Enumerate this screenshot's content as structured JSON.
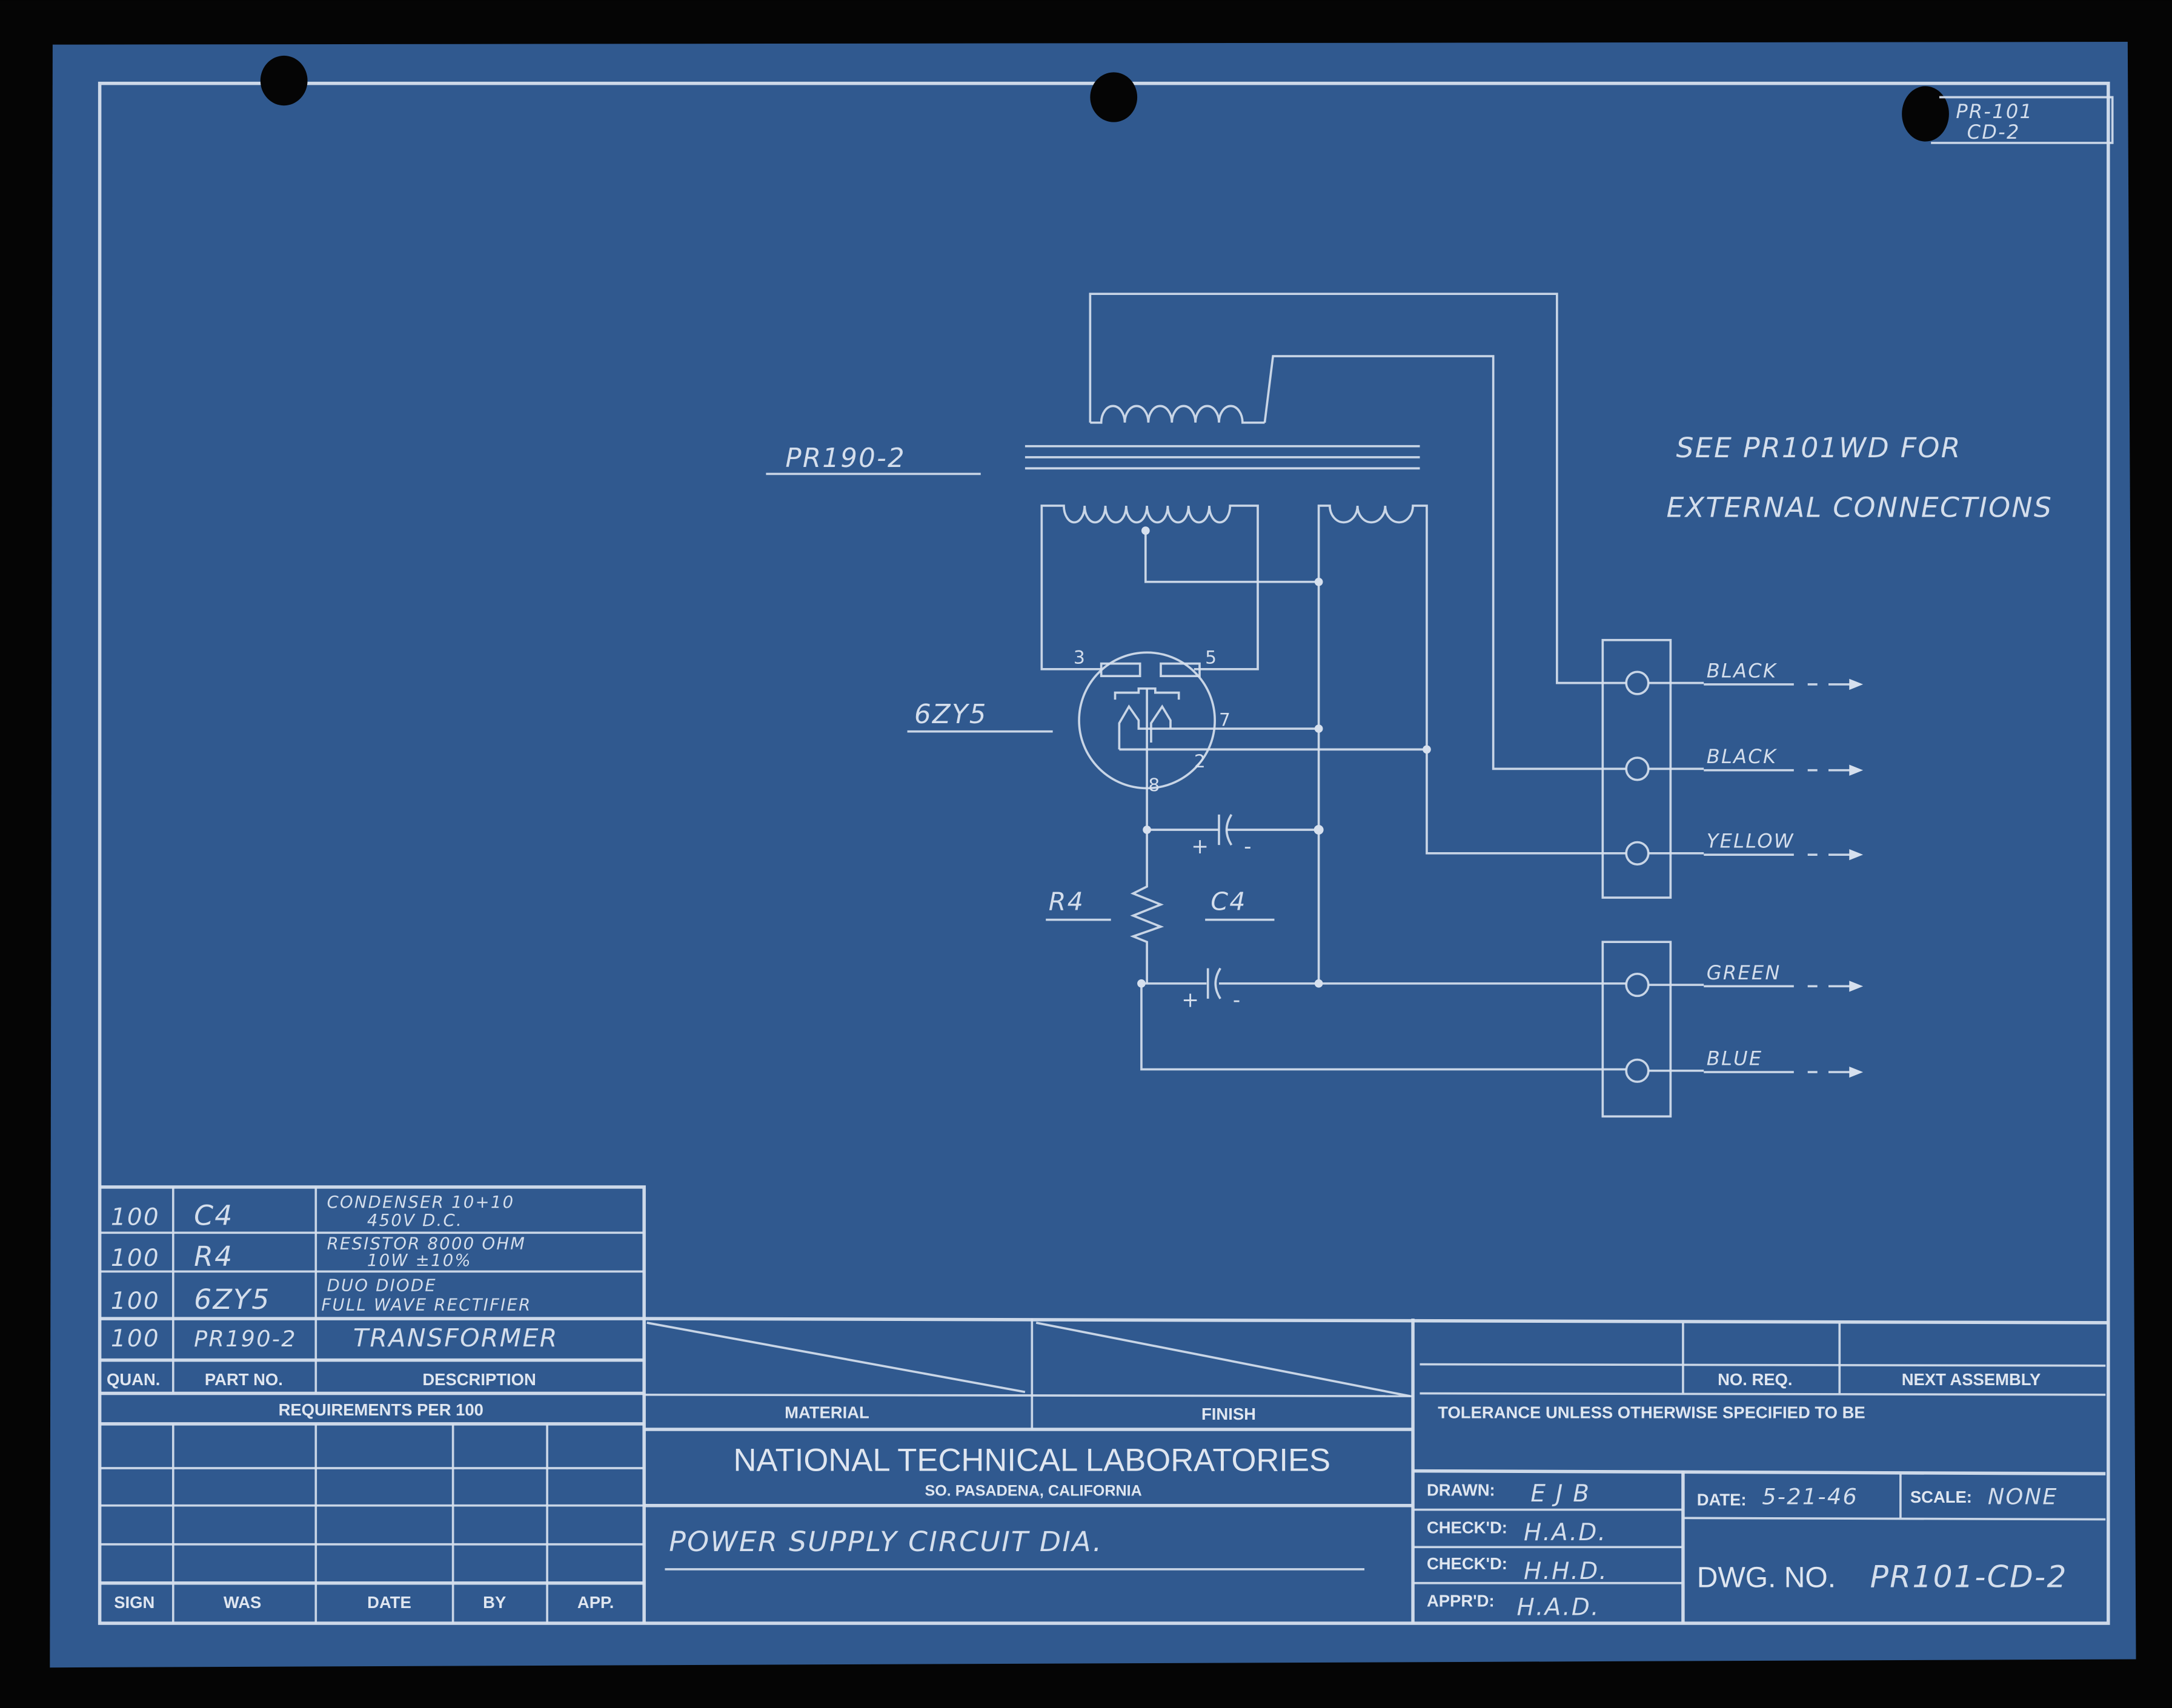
{
  "corner_label": {
    "line1": "PR-101",
    "line2": "CD-2"
  },
  "schematic": {
    "transformer_label": "PR190-2",
    "tube_label": "6ZY5",
    "pins": {
      "p3": "3",
      "p5": "5",
      "p7": "7",
      "p2": "2",
      "p8": "8"
    },
    "resistor_label": "R4",
    "capacitor_label": "C4",
    "cap_plus": "+",
    "cap_minus": "-",
    "note_line1": "SEE PR101WD FOR",
    "note_line2": "EXTERNAL CONNECTIONS",
    "terminals": [
      "BLACK",
      "BLACK",
      "YELLOW",
      "GREEN",
      "BLUE"
    ]
  },
  "parts_list": {
    "rows": [
      {
        "quan": "100",
        "part": "C4",
        "desc1": "CONDENSER 10+10",
        "desc2": "450V D.C."
      },
      {
        "quan": "100",
        "part": "R4",
        "desc1": "RESISTOR 8000 OHM",
        "desc2": "10W ±10%"
      },
      {
        "quan": "100",
        "part": "6ZY5",
        "desc1": "DUO DIODE",
        "desc2": "FULL WAVE RECTIFIER"
      },
      {
        "quan": "100",
        "part": "PR190-2",
        "desc1": "TRANSFORMER",
        "desc2": ""
      }
    ],
    "headers": {
      "quan": "QUAN.",
      "part": "PART NO.",
      "desc": "DESCRIPTION"
    },
    "requirements": "REQUIREMENTS PER 100"
  },
  "revisions": {
    "headers": [
      "SIGN",
      "WAS",
      "DATE",
      "BY",
      "APP."
    ]
  },
  "title_block": {
    "material": "MATERIAL",
    "finish": "FINISH",
    "company": "NATIONAL TECHNICAL LABORATORIES",
    "location": "SO. PASADENA, CALIFORNIA",
    "title": "POWER SUPPLY CIRCUIT DIA.",
    "no_req": "NO. REQ.",
    "next_assembly": "NEXT ASSEMBLY",
    "tolerance": "TOLERANCE UNLESS OTHERWISE SPECIFIED TO BE",
    "drawn_label": "DRAWN:",
    "drawn": "E J B",
    "checked1_label": "CHECK'D:",
    "checked1": "H.A.D.",
    "checked2_label": "CHECK'D:",
    "checked2": "H.H.D.",
    "approved_label": "APPR'D:",
    "approved": "H.A.D.",
    "date_label": "DATE:",
    "date": "5-21-46",
    "scale_label": "SCALE:",
    "scale": "NONE",
    "dwg_label": "DWG. NO.",
    "dwg_no": "PR101-CD-2"
  },
  "colors": {
    "paper": "#30598f",
    "ink": "#d6e0ee",
    "background": "#050505"
  }
}
